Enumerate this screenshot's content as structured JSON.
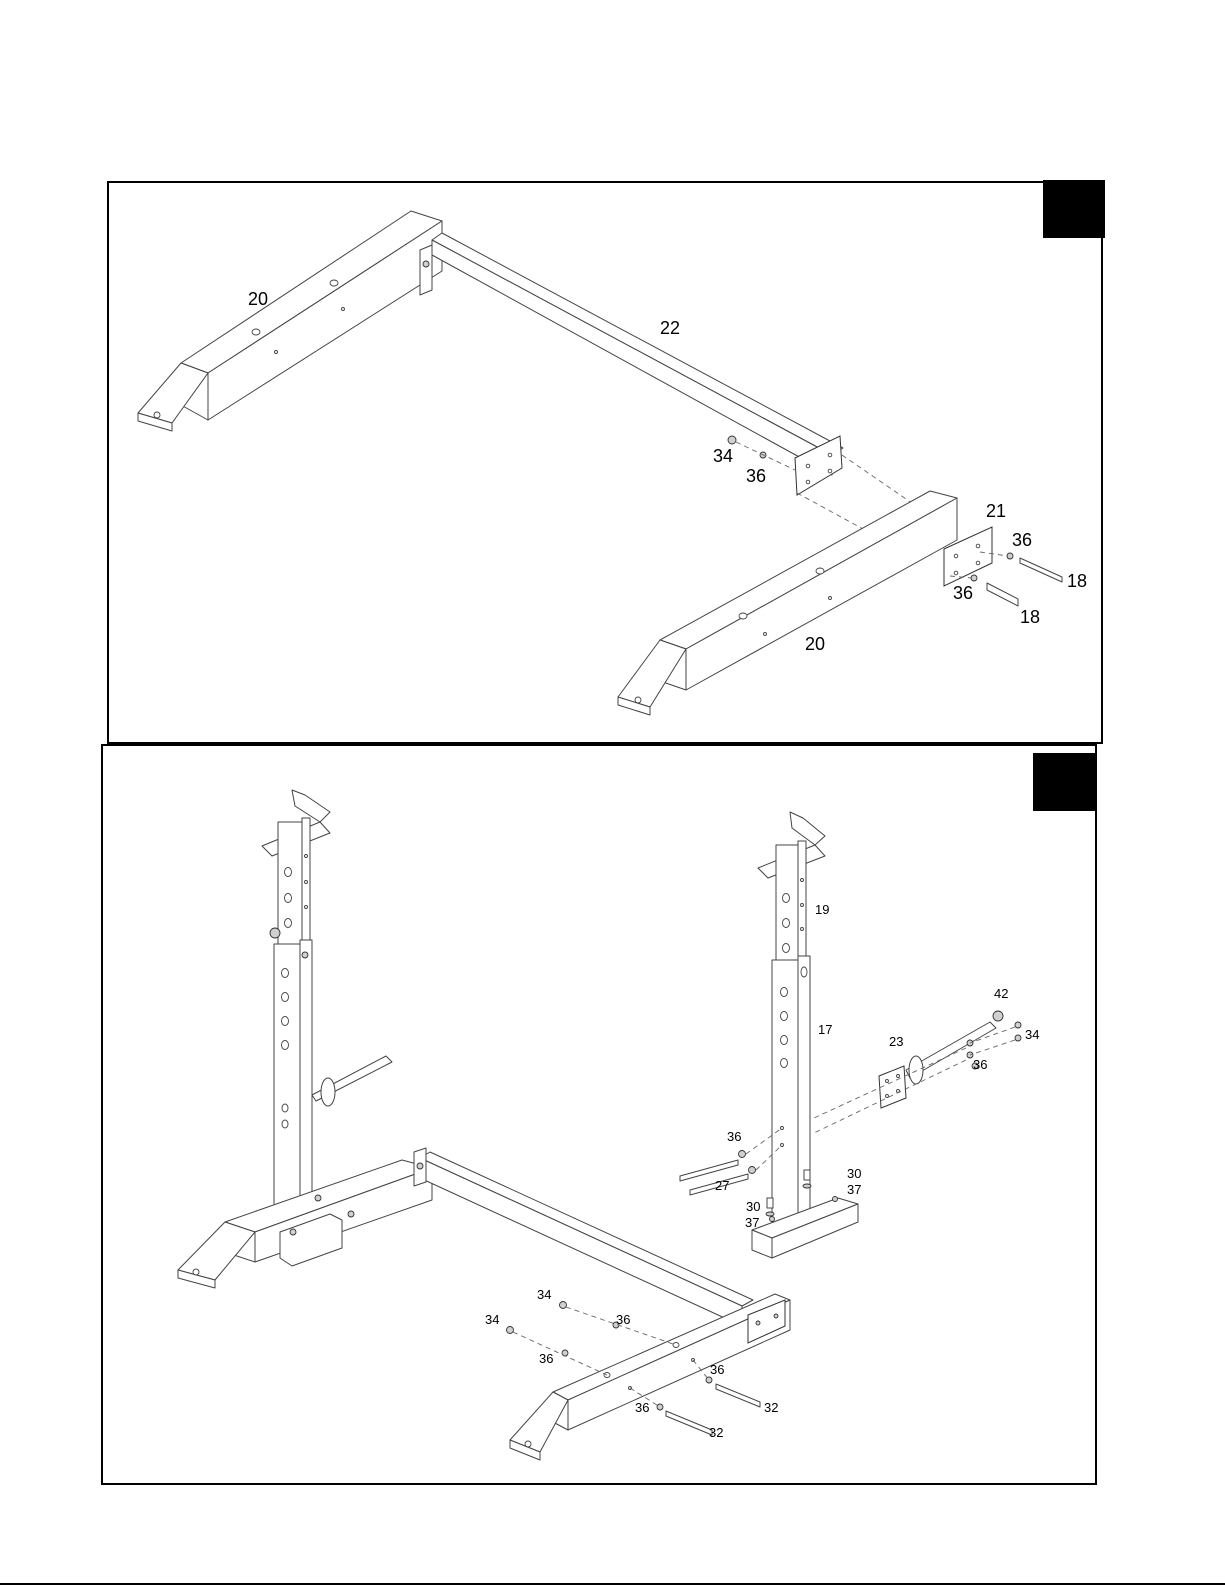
{
  "colors": {
    "ink": "#000000",
    "line": "#444444",
    "background": "#ffffff"
  },
  "step_1": {
    "callouts": {
      "c20_top": "20",
      "c22": "22",
      "c34": "34",
      "c36_mid": "36",
      "c21": "21",
      "c36_r1": "36",
      "c18_r1": "18",
      "c36_r2": "36",
      "c18_r2": "18",
      "c20_bottom": "20"
    }
  },
  "step_2": {
    "callouts": {
      "c19": "19",
      "c17": "17",
      "c42": "42",
      "c23": "23",
      "c34_r": "34",
      "c36_r": "36",
      "c36_l": "36",
      "c27": "27",
      "c30_r": "30",
      "c37_r": "37",
      "c30_l": "30",
      "c37_l": "37",
      "c34_a": "34",
      "c36_a": "36",
      "c34_b": "34",
      "c36_b": "36",
      "c36_c": "36",
      "c32_a": "32",
      "c36_d": "36",
      "c32_b": "32"
    }
  }
}
